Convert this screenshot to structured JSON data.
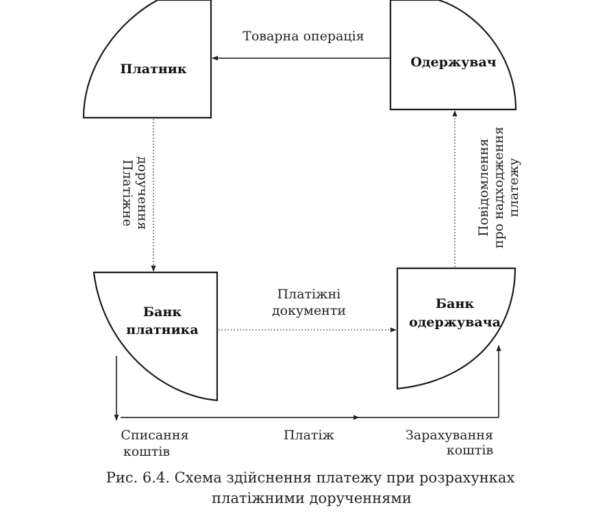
{
  "nodes": {
    "payer": "Платник",
    "receiver": "Одержувач",
    "payer_bank": [
      "Банк",
      "платника"
    ],
    "receiver_bank": [
      "Банк",
      "одержувача"
    ]
  },
  "edges": {
    "goods_operation": "Товарна операція",
    "payment_order": [
      "Платіжне",
      "доручення"
    ],
    "payment_documents": [
      "Платіжні",
      "документи"
    ],
    "receipt_notice": [
      "Повідомлення",
      "про надходження",
      "платежу"
    ],
    "debiting": [
      "Списання",
      "коштів"
    ],
    "payment": "Платіж",
    "crediting": [
      "Зарахування",
      "коштів"
    ]
  },
  "caption": [
    "Рис. 6.4. Схема здійснення платежу при розрахунках",
    "платіжними дорученнями"
  ]
}
